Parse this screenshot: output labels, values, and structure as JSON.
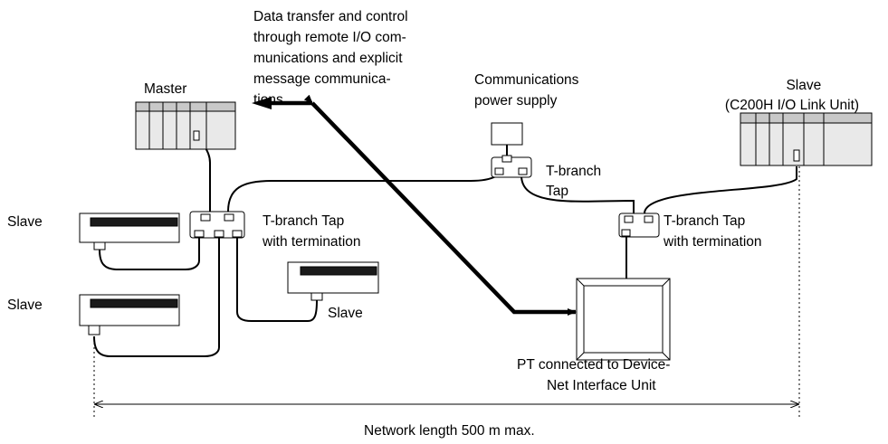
{
  "labels": {
    "data_transfer": [
      "Data transfer and control",
      "through remote I/O com-",
      "munications and explicit",
      "message communica-",
      "tions"
    ],
    "master": "Master",
    "comm_power": [
      "Communications",
      "power supply"
    ],
    "slave_c200h": [
      "Slave",
      "(C200H I/O Link Unit)"
    ],
    "slave_left_top": "Slave",
    "slave_left_bottom": "Slave",
    "slave_middle": "Slave",
    "tap_termination_left": [
      "T-branch Tap",
      "with termination"
    ],
    "tap_middle": [
      "T-branch",
      "Tap"
    ],
    "tap_termination_right": [
      "T-branch Tap",
      "with termination"
    ],
    "pt_connected": [
      "PT connected to Device-",
      "Net Interface Unit"
    ],
    "network_length": "Network length 500 m max."
  }
}
